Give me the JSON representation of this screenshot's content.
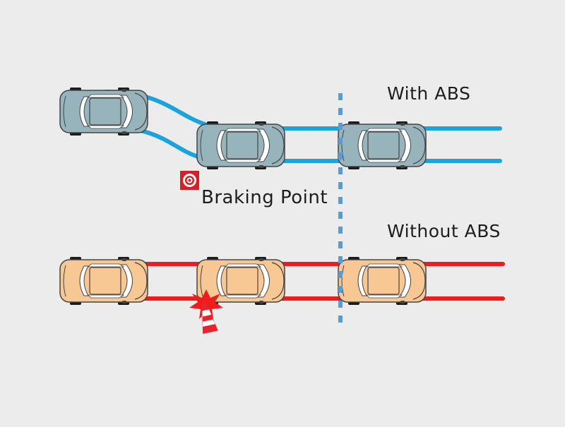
{
  "labels": {
    "with_abs": "With ABS",
    "without_abs": "Without ABS",
    "braking_point": "Braking Point"
  },
  "colors": {
    "background": "#ececec",
    "with_abs_track": "#1aa3dc",
    "without_abs_track": "#ee1c1c",
    "with_abs_car_body": "#97b4bc",
    "without_abs_car_body": "#f7c894",
    "divider": "#5b9bd0",
    "braking_marker": "#d61f26",
    "cone": "#e8242a"
  },
  "icons": {
    "braking_marker": "target-icon",
    "collision": "collision-burst-icon",
    "cone": "traffic-cone-icon"
  }
}
